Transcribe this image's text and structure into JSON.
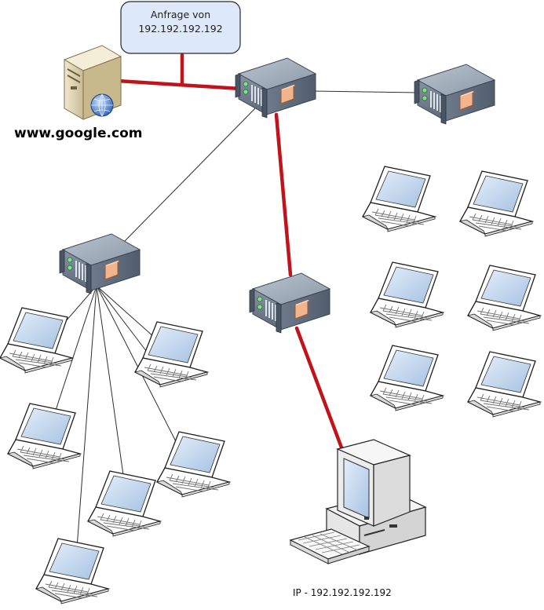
{
  "callout": {
    "line1": "Anfrage von",
    "line2": "192.192.192.192"
  },
  "site_label": "www.google.com",
  "client_ip_label": "IP - 192.192.192.192",
  "colors": {
    "route": "#c0141c",
    "link": "#333333",
    "callout_fill": "#dde8f8",
    "callout_border": "#2a2a2a",
    "router_body": "#7f8b9c",
    "screen": "#b9cfea"
  },
  "nodes": {
    "web_server": "server-icon",
    "routers": [
      "router-icon",
      "router-icon",
      "router-icon",
      "router-icon"
    ],
    "client_pc": "desktop-computer-icon",
    "laptops": [
      "laptop-icon"
    ]
  }
}
